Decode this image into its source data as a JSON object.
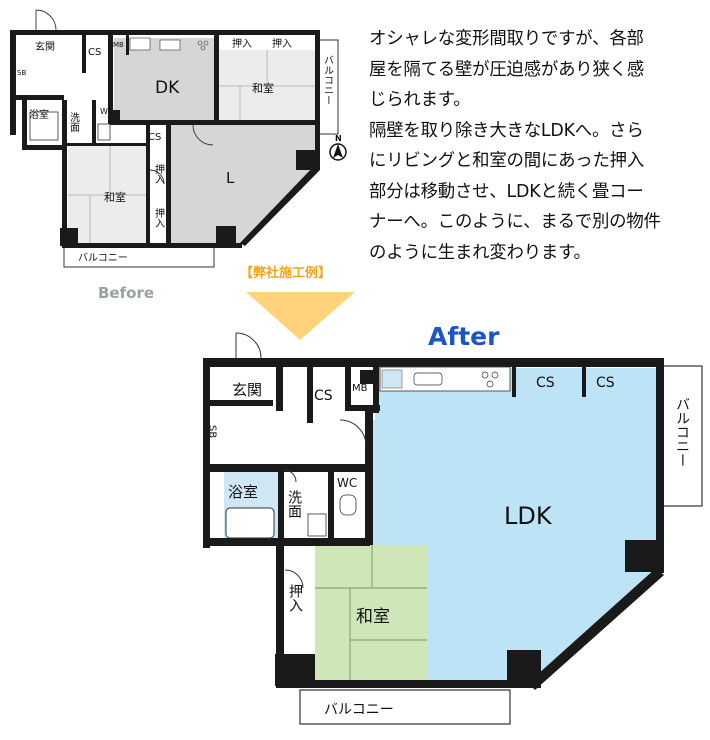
{
  "before": {
    "caption": "Before",
    "rooms": {
      "genkan": "玄関",
      "cs1": "CS",
      "mb": "MB",
      "oshiire1": "押入",
      "oshiire2": "押入",
      "sb": "SB",
      "dk": "DK",
      "washitsu_top": "和室",
      "balcony_right": "バルコニー",
      "yokushitsu": "浴室",
      "senmen": "洗面",
      "wc": "WC",
      "cs2": "CS",
      "l": "L",
      "oshiire3": "押入",
      "oshiire4": "押入",
      "washitsu": "和室",
      "balcony_bottom": "バルコニー"
    }
  },
  "description": [
    "オシャレな変形間取りですが、各部",
    "屋を隔てる壁が圧迫感があり狭く感",
    "じられます。",
    "隔壁を取り除き大きなLDKへ。さら",
    "にリビングと和室の間にあった押入",
    "部分は移動させ、LDKと続く畳コー",
    "ナーへ。このように、まるで別の物件",
    "のように生まれ変わります。"
  ],
  "note": "【弊社施工例】",
  "after": {
    "caption": "After",
    "rooms": {
      "genkan": "玄関",
      "cs1": "CS",
      "mb": "MB",
      "cs2": "CS",
      "cs3": "CS",
      "sb": "SB",
      "balcony_right": "バルコニー",
      "yokushitsu": "浴室",
      "senmen": "洗面",
      "wc": "WC",
      "ldk": "LDK",
      "oshiire": "押入",
      "washitsu": "和室",
      "balcony_bottom": "バルコニー"
    }
  },
  "compass": "N",
  "colors": {
    "wall": "#1a1a1a",
    "before_room": "#d9d9d9",
    "washitsu_before": "#eeeeee",
    "ldk": "#bde3f6",
    "washitsu_after": "#cfe6b8",
    "bath": "#cfe6f5",
    "arrow": "#ffd37a",
    "after_title": "#1a56c4",
    "note": "#f0a41c",
    "before_title": "#9aa0a6"
  }
}
